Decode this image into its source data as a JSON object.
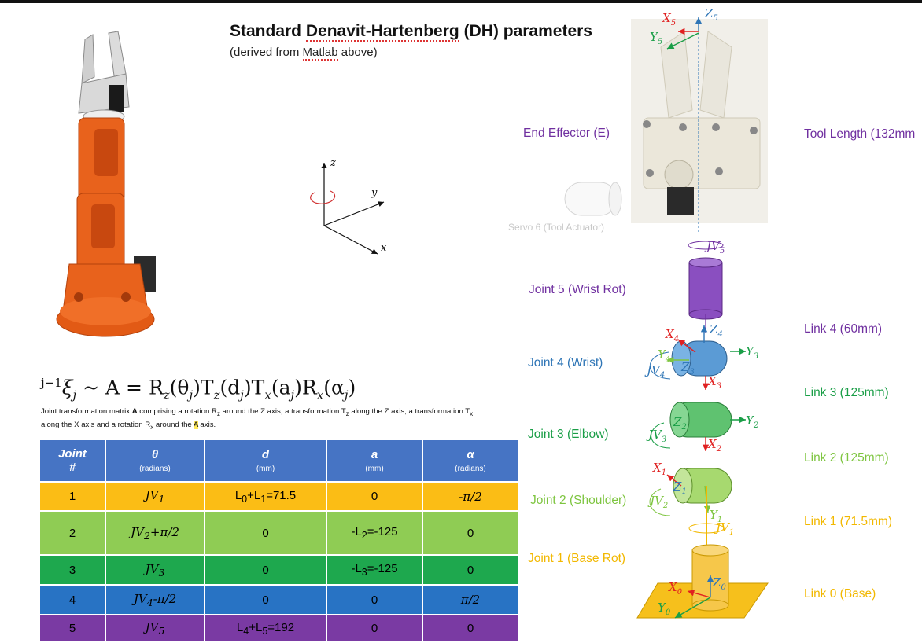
{
  "title": {
    "prefix": "Standard ",
    "underlined": "Denavit-Hartenberg",
    "suffix": " (DH) parameters"
  },
  "subtitle": {
    "prefix": "(derived from ",
    "underlined": "Matlab",
    "suffix": " above)"
  },
  "axes_labels": {
    "z": "z",
    "y": "y",
    "x": "x"
  },
  "formula": {
    "lhs_sup": "j−1",
    "lhs_main": "ξ",
    "lhs_sub": "j",
    "rhs": " ~ A = R",
    "rhs_z_sub": "z",
    "rhs_a": "(θ",
    "rhs_a_sub": "j",
    "rhs_b": ")T",
    "rhs_b_sub": "z",
    "rhs_c": "(d",
    "rhs_c_sub": "j",
    "rhs_d": ")T",
    "rhs_d_sub": "x",
    "rhs_e": "(a",
    "rhs_e_sub": "j",
    "rhs_f": ")R",
    "rhs_f_sub": "x",
    "rhs_g": "(α",
    "rhs_g_sub": "j",
    "rhs_h": ")"
  },
  "formula_note": {
    "part1": "Joint transformation matrix ",
    "bold_A": "A",
    "part2": " comprising a rotation R",
    "sub_z1": "z",
    "part3": " around the Z axis, a transformation T",
    "sub_z2": "z",
    "part4": " along the Z axis, a transformation T",
    "sub_x1": "x",
    "part5": " along the X axis and a rotation R",
    "sub_x2": "x",
    "part6": " around the ",
    "highlight": "A",
    "part7": " axis."
  },
  "table": {
    "headers": [
      {
        "label": "Joint",
        "label2": "#",
        "unit": ""
      },
      {
        "label": "θ",
        "label2": "",
        "unit": "(radians)"
      },
      {
        "label": "d",
        "label2": "",
        "unit": "(mm)"
      },
      {
        "label": "a",
        "label2": "",
        "unit": "(mm)"
      },
      {
        "label": "α",
        "label2": "",
        "unit": "(radians)"
      }
    ],
    "rows": [
      {
        "joint": "1",
        "theta": "JV",
        "theta_sub": "1",
        "theta_suffix": "",
        "d": "L",
        "d_sub0": "0",
        "d_mid": "+L",
        "d_sub1": "1",
        "d_suffix": "=71.5",
        "a": "0",
        "alpha": "-π/2"
      },
      {
        "joint": "2",
        "theta": "JV",
        "theta_sub": "2",
        "theta_suffix": "+π/2",
        "d": "0",
        "a_pre": "-L",
        "a_sub": "2",
        "a_suffix": "=-125",
        "alpha": "0"
      },
      {
        "joint": "3",
        "theta": "JV",
        "theta_sub": "3",
        "theta_suffix": "",
        "d": "0",
        "a_pre": "-L",
        "a_sub": "3",
        "a_suffix": "=-125",
        "alpha": "0"
      },
      {
        "joint": "4",
        "theta": "JV",
        "theta_sub": "4",
        "theta_suffix": "-π/2",
        "d": "0",
        "a": "0",
        "alpha": "π/2"
      },
      {
        "joint": "5",
        "theta": "JV",
        "theta_sub": "5",
        "theta_suffix": "",
        "d": "L",
        "d_sub0": "4",
        "d_mid": "+L",
        "d_sub1": "5",
        "d_suffix": "=192",
        "a": "0",
        "alpha": "0"
      }
    ]
  },
  "left_labels": {
    "end_effector": "End Effector (E)",
    "servo6": "Servo 6 (Tool Actuator)",
    "joint5": "Joint 5 (Wrist Rot)",
    "joint4": "Joint 4 (Wrist)",
    "joint3": "Joint 3 (Elbow)",
    "joint2": "Joint 2 (Shoulder)",
    "joint1": "Joint 1 (Base Rot)"
  },
  "right_labels": {
    "tool_length": "Tool Length (132mm",
    "link4": "Link 4 (60mm)",
    "link3": "Link 3 (125mm)",
    "link2": "Link 2 (125mm)",
    "link1": "Link 1 (71.5mm)",
    "link0": "Link 0 (Base)"
  },
  "frame_labels": {
    "X": "X",
    "Y": "Y",
    "Z": "Z",
    "JV": "JV",
    "n0": "0",
    "n1": "1",
    "n2": "2",
    "n3": "3",
    "n4": "4",
    "n5": "5"
  },
  "colors": {
    "purple": "#7030a0",
    "blue": "#2e75b6",
    "green": "#1a9e47",
    "light_green": "#7ec540",
    "orange": "#f2b800",
    "red": "#e02020",
    "robot_orange": "#e8621c",
    "header_blue": "#4674c4"
  }
}
